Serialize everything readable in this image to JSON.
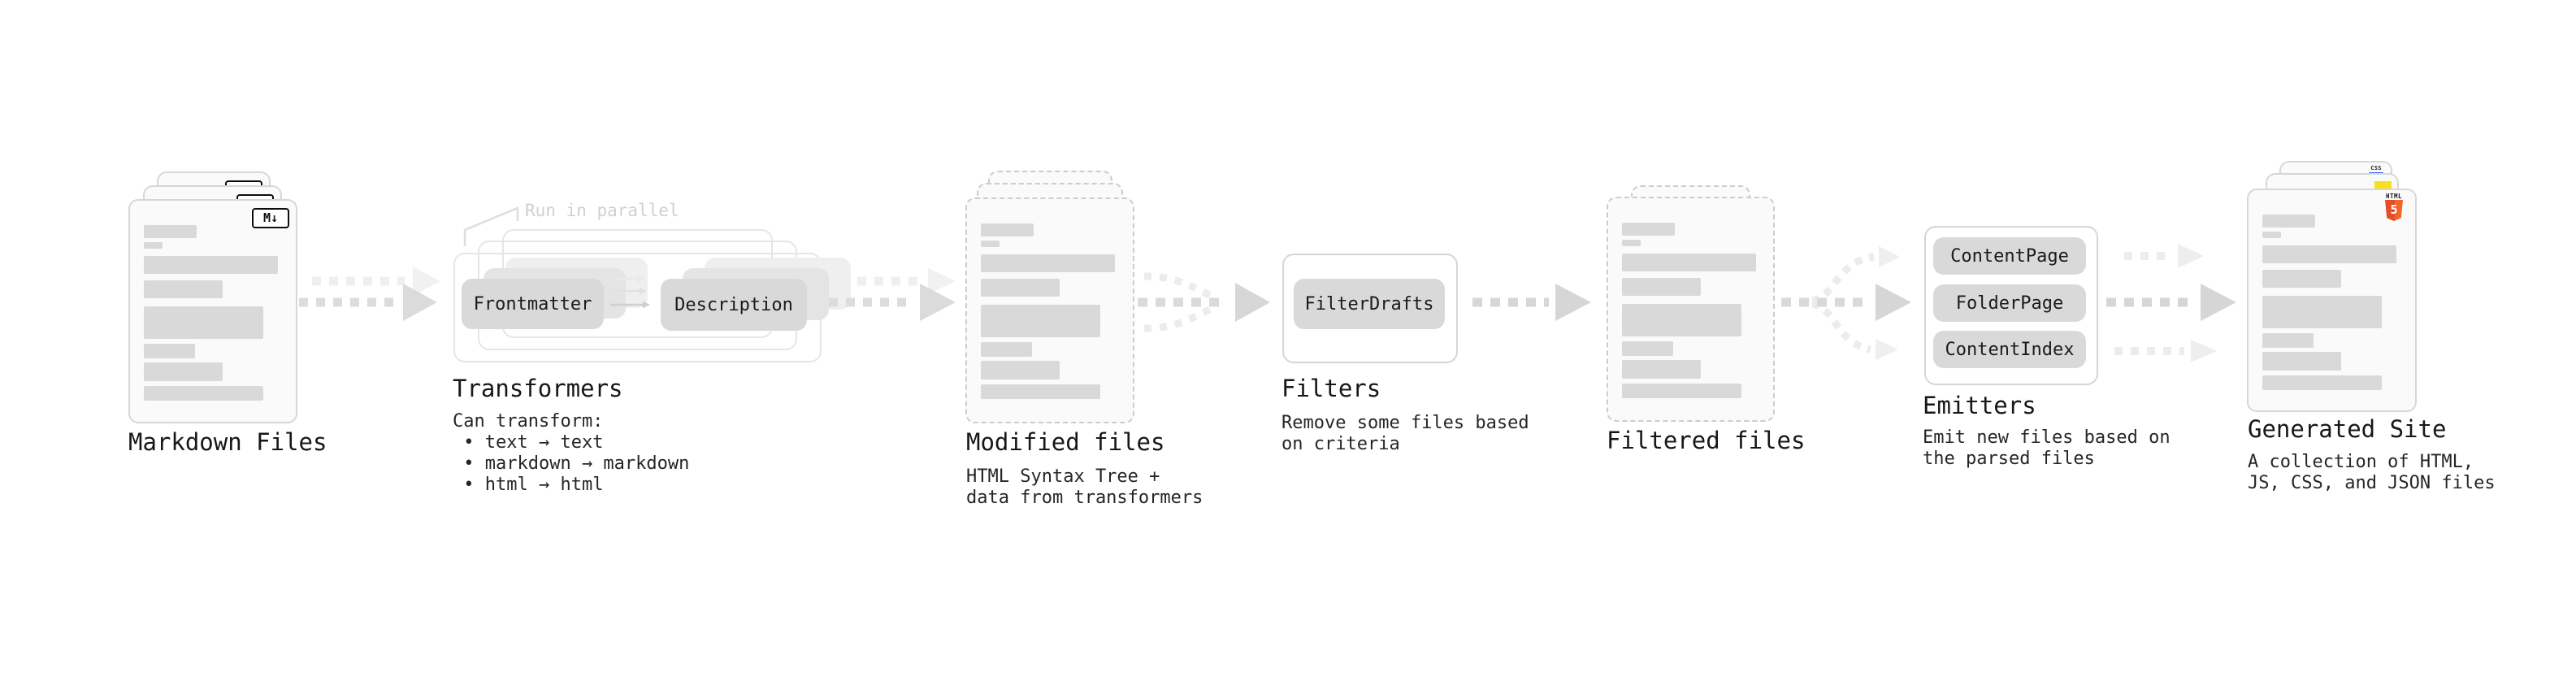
{
  "stages": {
    "markdown": {
      "title": "Markdown Files"
    },
    "transformers": {
      "title": "Transformers",
      "note": "Run in parallel",
      "pills": [
        "Frontmatter",
        "Description"
      ],
      "description": "Can transform:\n • text → text\n • markdown → markdown\n • html → html"
    },
    "modified": {
      "title": "Modified files",
      "description": "HTML Syntax Tree +\ndata from transformers"
    },
    "filters": {
      "title": "Filters",
      "pills": [
        "FilterDrafts"
      ],
      "description": "Remove some files based\non criteria"
    },
    "filtered": {
      "title": "Filtered files"
    },
    "emitters": {
      "title": "Emitters",
      "pills": [
        "ContentPage",
        "FolderPage",
        "ContentIndex"
      ],
      "description": "Emit new files based on\nthe parsed files"
    },
    "generated": {
      "title": "Generated Site",
      "description": "A collection of HTML,\nJS, CSS, and JSON files",
      "badges": {
        "css_label": "CSS",
        "html_label": "HTML",
        "html_number": "5"
      }
    }
  },
  "icons": {
    "markdown_badge": "M↓"
  },
  "colors": {
    "html5_orange_dark": "#e44d26",
    "html5_orange_light": "#f16529",
    "js_yellow": "#f7df1e",
    "css_blue": "#2f62f6",
    "card_fill": "#fafafa",
    "card_border": "#d7d7d7",
    "bar_fill": "#d9d9d9",
    "pill_fill": "#d9d9d9",
    "panel_border": "#d6d6d6",
    "arrow_gray": "#dcdcdc",
    "arrow_light": "#ececec",
    "text_primary": "#171717",
    "note_gray": "#d0d0d0"
  }
}
